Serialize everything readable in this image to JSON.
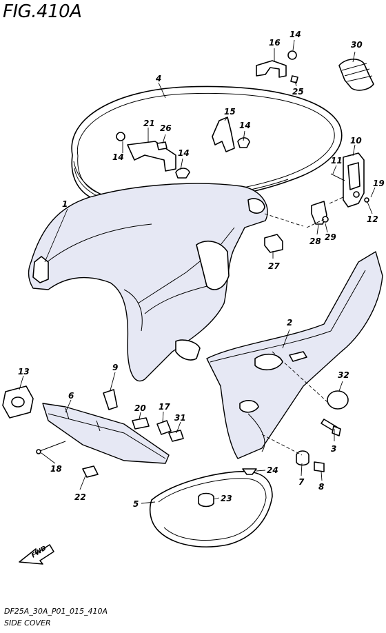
{
  "figure_title": "FIG.410A",
  "footer": {
    "code": "DF25A_30A_P01_015_410A",
    "caption": "SIDE COVER"
  },
  "fwd_label": "FWD",
  "callouts": [
    {
      "id": "c1",
      "label": "1"
    },
    {
      "id": "c2",
      "label": "2"
    },
    {
      "id": "c3",
      "label": "3"
    },
    {
      "id": "c4",
      "label": "4"
    },
    {
      "id": "c5",
      "label": "5"
    },
    {
      "id": "c6",
      "label": "6"
    },
    {
      "id": "c7",
      "label": "7"
    },
    {
      "id": "c8",
      "label": "8"
    },
    {
      "id": "c9",
      "label": "9"
    },
    {
      "id": "c10",
      "label": "10"
    },
    {
      "id": "c11",
      "label": "11"
    },
    {
      "id": "c12",
      "label": "12"
    },
    {
      "id": "c13",
      "label": "13"
    },
    {
      "id": "c14a",
      "label": "14"
    },
    {
      "id": "c14b",
      "label": "14"
    },
    {
      "id": "c14c",
      "label": "14"
    },
    {
      "id": "c14d",
      "label": "14"
    },
    {
      "id": "c15",
      "label": "15"
    },
    {
      "id": "c16",
      "label": "16"
    },
    {
      "id": "c17",
      "label": "17"
    },
    {
      "id": "c18",
      "label": "18"
    },
    {
      "id": "c19",
      "label": "19"
    },
    {
      "id": "c20",
      "label": "20"
    },
    {
      "id": "c21",
      "label": "21"
    },
    {
      "id": "c22",
      "label": "22"
    },
    {
      "id": "c23",
      "label": "23"
    },
    {
      "id": "c24",
      "label": "24"
    },
    {
      "id": "c25",
      "label": "25"
    },
    {
      "id": "c26",
      "label": "26"
    },
    {
      "id": "c27",
      "label": "27"
    },
    {
      "id": "c28",
      "label": "28"
    },
    {
      "id": "c29",
      "label": "29"
    },
    {
      "id": "c30",
      "label": "30"
    },
    {
      "id": "c31",
      "label": "31"
    },
    {
      "id": "c32",
      "label": "32"
    }
  ]
}
